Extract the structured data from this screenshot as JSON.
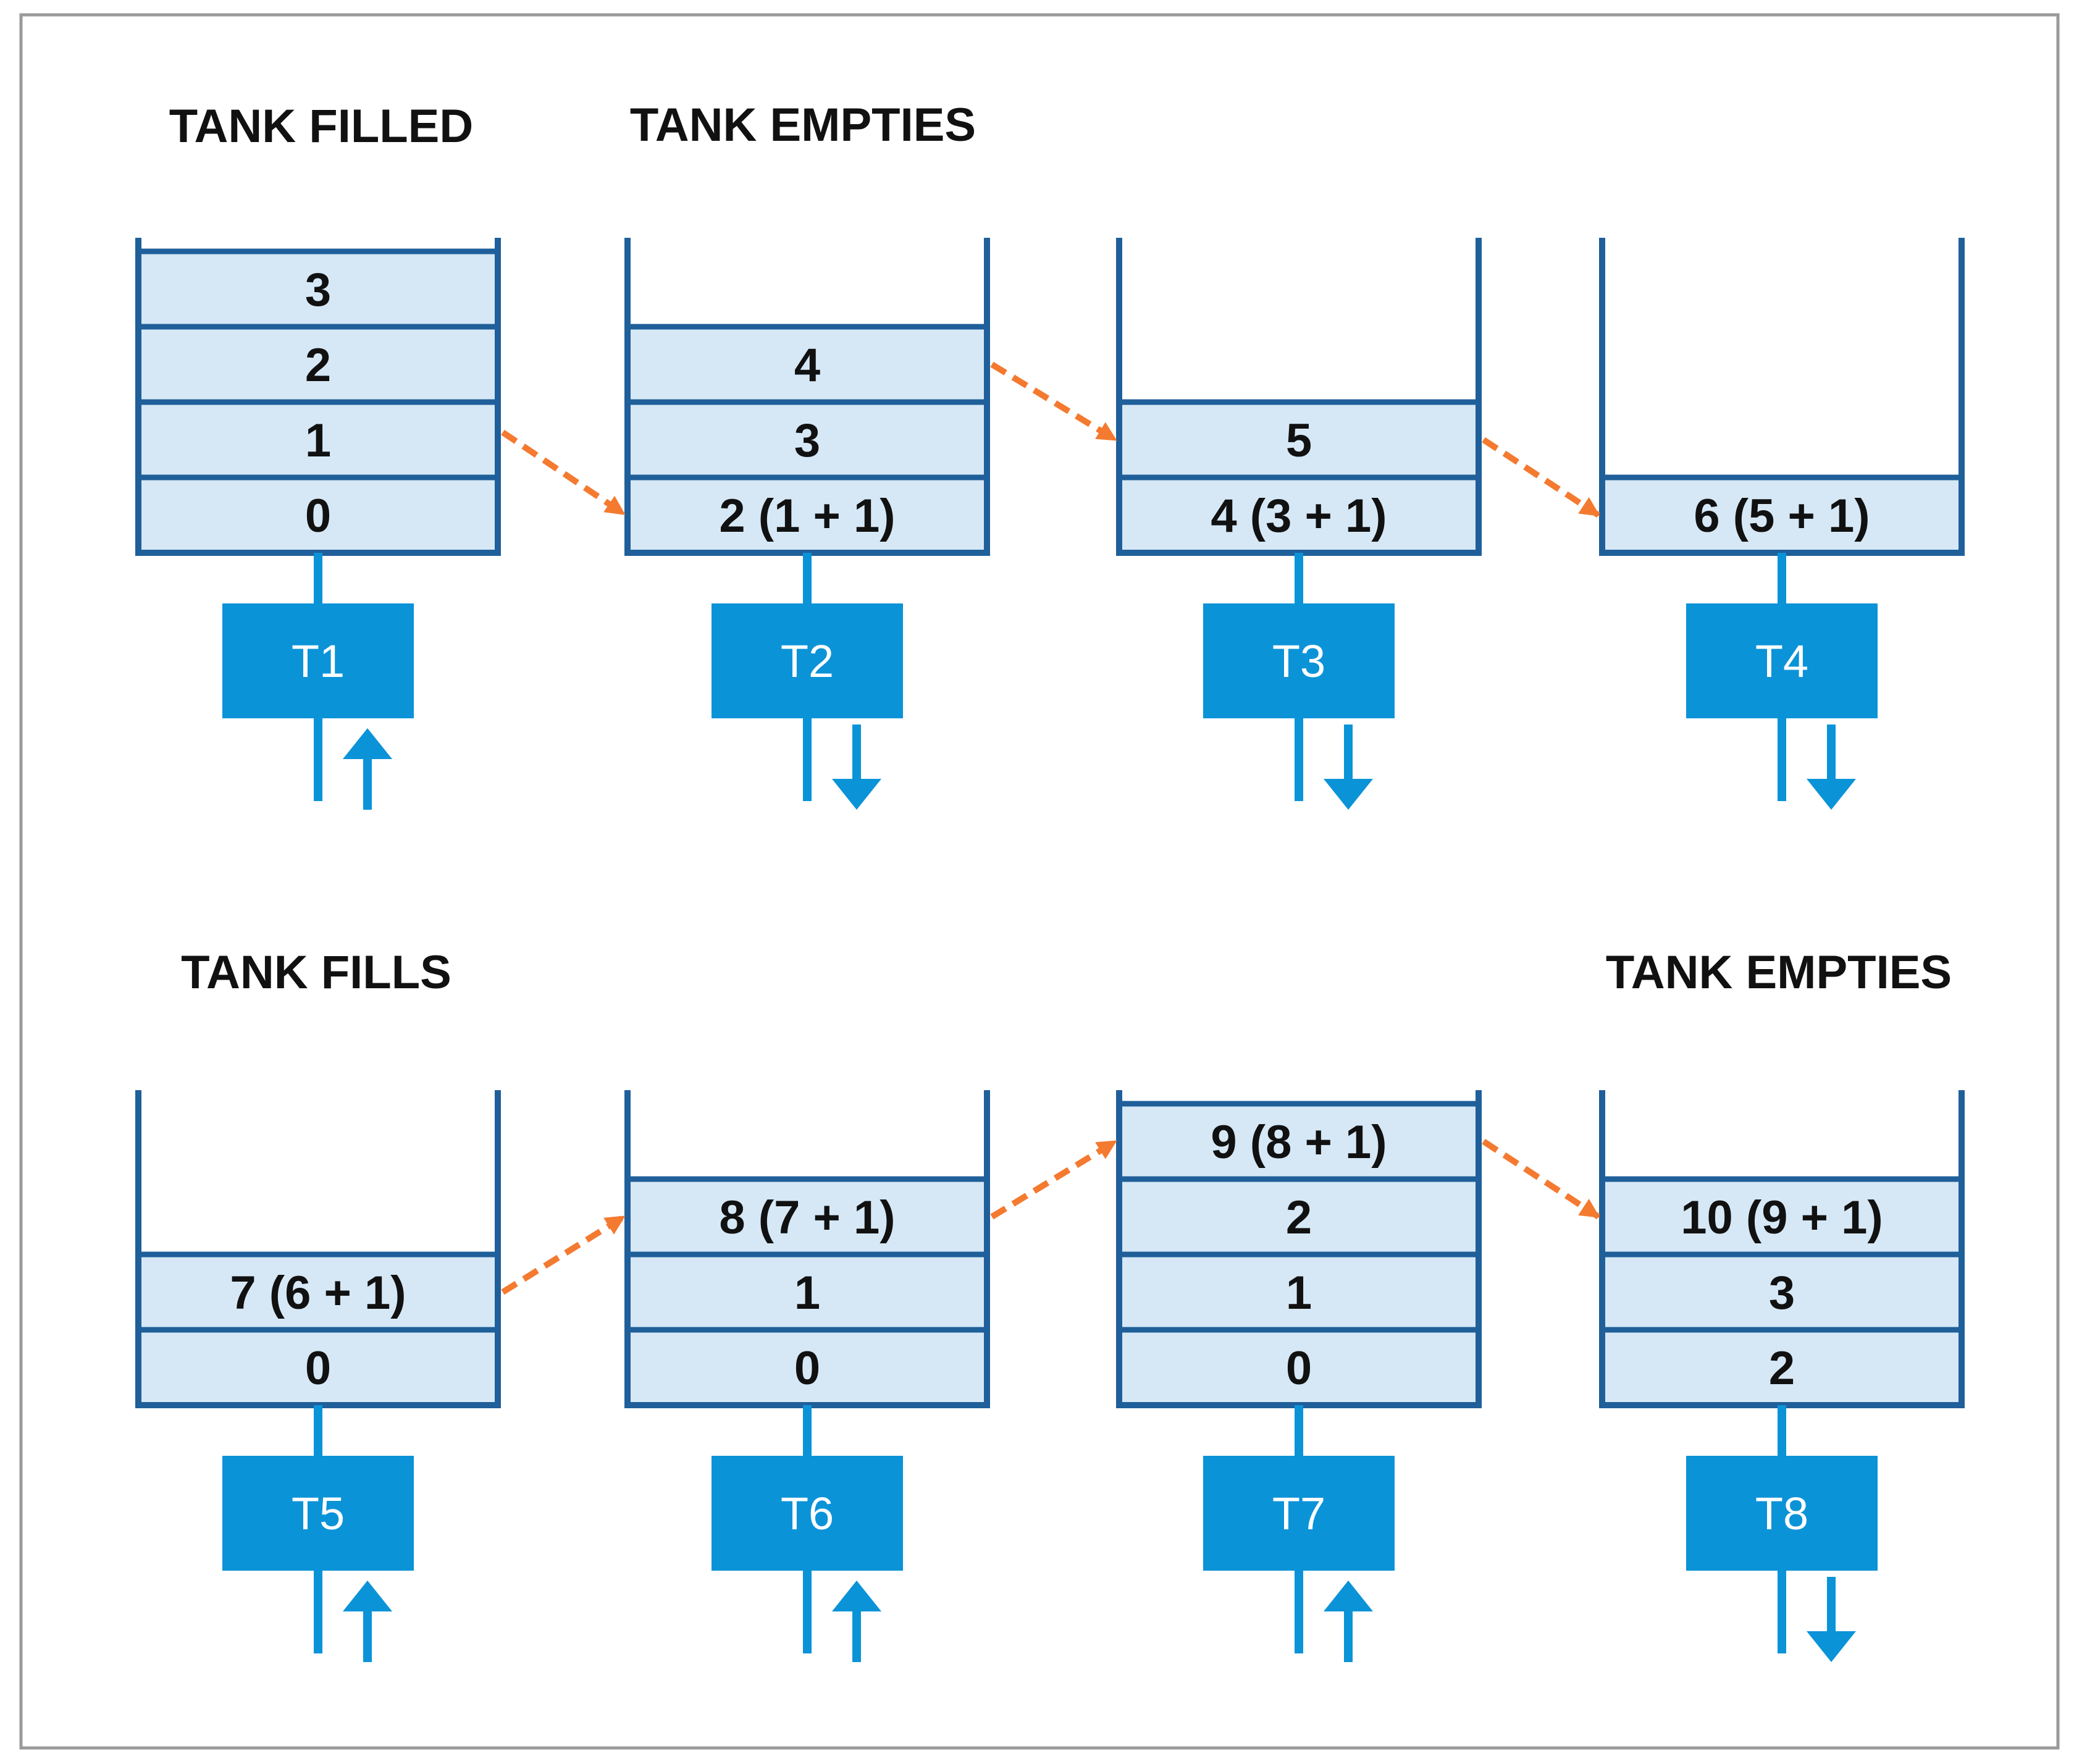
{
  "headings": {
    "top_left": "TANK FILLED",
    "top_middle": "TANK EMPTIES",
    "bottom_left": "TANK FILLS",
    "bottom_right": "TANK EMPTIES"
  },
  "tanks": [
    {
      "timer": "T1",
      "flow": "up",
      "layers": [
        "3",
        "2",
        "1",
        "0"
      ]
    },
    {
      "timer": "T2",
      "flow": "down",
      "layers": [
        "4",
        "3",
        "2 (1 + 1)"
      ]
    },
    {
      "timer": "T3",
      "flow": "down",
      "layers": [
        "5",
        "4 (3 + 1)"
      ]
    },
    {
      "timer": "T4",
      "flow": "down",
      "layers": [
        "6 (5 + 1)"
      ]
    },
    {
      "timer": "T5",
      "flow": "up",
      "layers": [
        "7 (6 + 1)",
        "0"
      ]
    },
    {
      "timer": "T6",
      "flow": "up",
      "layers": [
        "8 (7 + 1)",
        "1",
        "0"
      ]
    },
    {
      "timer": "T7",
      "flow": "up",
      "layers": [
        "9 (8 + 1)",
        "2",
        "1",
        "0"
      ]
    },
    {
      "timer": "T8",
      "flow": "down",
      "layers": [
        "10 (9 + 1)",
        "3",
        "2"
      ]
    }
  ],
  "colors": {
    "tank_outline": "#1f5f9a",
    "layer_fill": "#d6e8f6",
    "timer_box": "#0b93d8",
    "flow_arrow": "#0b93d8",
    "transfer_arrow": "#f47a30",
    "frame": "#9a9a9a"
  }
}
